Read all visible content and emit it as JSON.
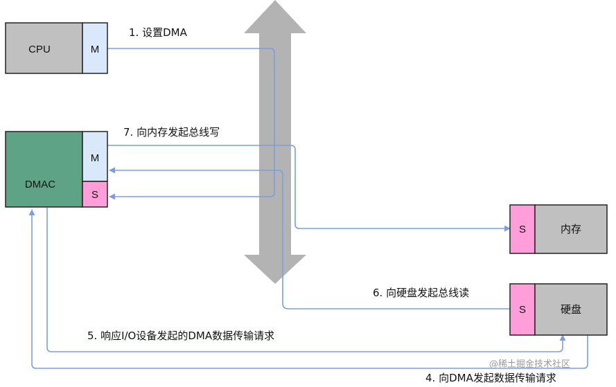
{
  "colors": {
    "gray_box": "#c0c0c0",
    "blue_port": "#dae8fc",
    "pink_port": "#ff9ed8",
    "dmac_green": "#5fa386",
    "bus_gray": "#b3b3b3",
    "line_blue": "#7b9ee0"
  },
  "nodes": {
    "cpu": {
      "label": "CPU",
      "port": "M"
    },
    "dmac": {
      "label": "DMAC",
      "port_master": "M",
      "port_slave": "S"
    },
    "memory": {
      "label": "内存",
      "port": "S"
    },
    "disk": {
      "label": "硬盘",
      "port": "S"
    }
  },
  "bus": {
    "icon": "double-arrow-vertical-icon"
  },
  "edges": {
    "step1": "1. 设置DMA",
    "step4": "4. 向DMA发起数据传输请求",
    "step5": "5. 响应I/O设备发起的DMA数据传输请求",
    "step6": "6. 向硬盘发起总线读",
    "step7": "7. 向内存发起总线写"
  },
  "watermark": "@稀土掘金技术社区"
}
